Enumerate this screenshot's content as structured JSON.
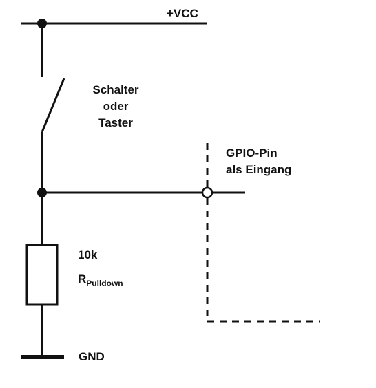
{
  "labels": {
    "vcc": "+VCC",
    "switch_line1": "Schalter",
    "switch_line2": "oder",
    "switch_line3": "Taster",
    "gpio_line1": "GPIO-Pin",
    "gpio_line2": "als Eingang",
    "resistor_value": "10k",
    "resistor_symbol": "R",
    "resistor_subscript": "Pulldown",
    "gnd": "GND"
  },
  "colors": {
    "wire": "#111111",
    "background": "#ffffff"
  }
}
